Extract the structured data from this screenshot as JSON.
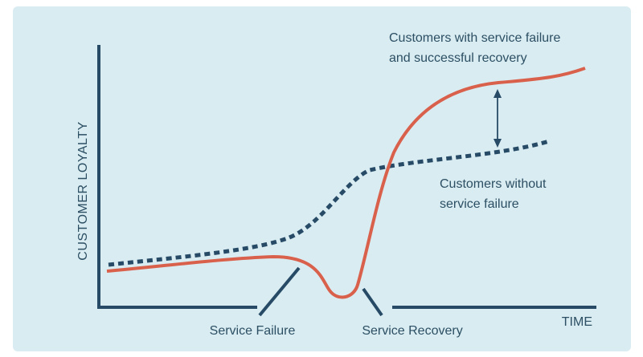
{
  "diagram": {
    "y_axis_label": "CUSTOMER LOYALTY",
    "x_axis_label": "TIME",
    "event_labels": {
      "failure": "Service Failure",
      "recovery": "Service Recovery"
    },
    "curves": {
      "recovered": {
        "label_line1": "Customers with service failure",
        "label_line2": "and successful recovery",
        "color": "#d9614c",
        "style": "solid"
      },
      "baseline": {
        "label_line1": "Customers without",
        "label_line2": "service failure",
        "color": "#274b66",
        "style": "dotted"
      }
    },
    "colors": {
      "background": "#d9ecf2",
      "axis": "#274b66",
      "text": "#2c4f63"
    }
  }
}
